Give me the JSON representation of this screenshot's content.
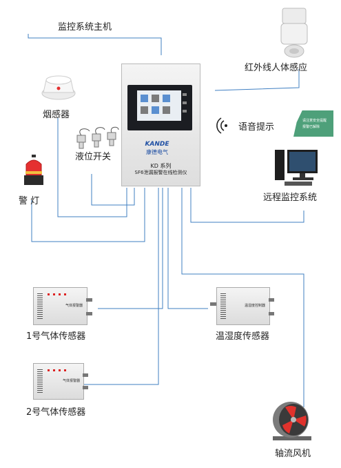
{
  "labels": {
    "host": "监控系统主机",
    "infrared": "红外线人体感应",
    "smoke": "烟感器",
    "voice": "语音提示",
    "level_switch": "液位开关",
    "alarm_light": "警 灯",
    "remote": "远程监控系统",
    "gas1": "1号气体传感器",
    "temp_humidity": "温湿度传感器",
    "gas2": "2号气体传感器",
    "fan": "轴流风机"
  },
  "device": {
    "brand": "KANDE",
    "brand_cn": "康德电气",
    "series": "KD 系列",
    "model": "SF6泄漏报警在线检测仪"
  },
  "voice_sign": {
    "line1": "请注意安全提醒",
    "line2": "报警已解除"
  },
  "sensor_panel_label": "气体报警器",
  "th_panel_label": "温湿度控制器",
  "colors": {
    "wire": "#3f7fc2",
    "fan_blades": "#e0322c",
    "sign": "#4ea07a",
    "alarm_red": "#e53030"
  }
}
